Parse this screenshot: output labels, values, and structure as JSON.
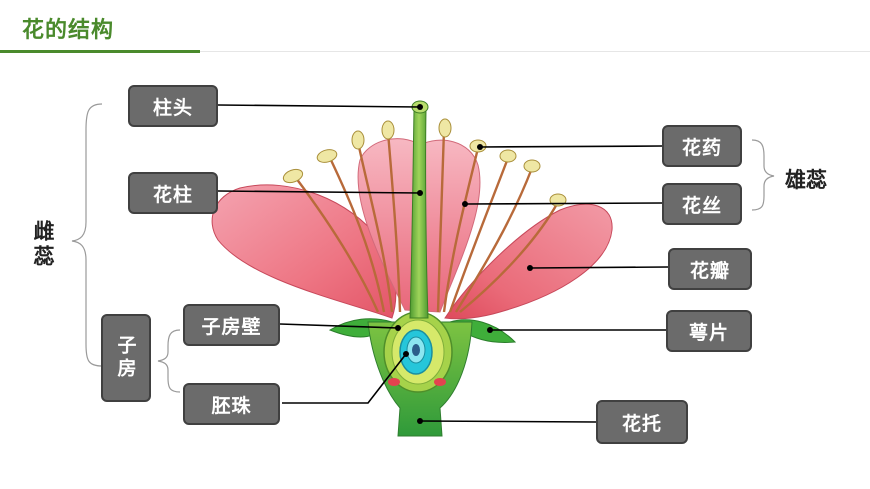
{
  "header": {
    "title": "花的结构"
  },
  "labels": {
    "stigma": "柱头",
    "style": "花柱",
    "ovary_wall": "子房壁",
    "ovule": "胚珠",
    "ovary": "子房",
    "anther": "花药",
    "filament": "花丝",
    "petal": "花瓣",
    "sepal": "萼片",
    "receptacle": "花托"
  },
  "groups": {
    "pistil": "雌蕊",
    "stamen": "雄蕊"
  },
  "colors": {
    "title_green": "#4a8a2c",
    "label_bg": "#6b6b6b",
    "petal_pink": "#ec7c86",
    "sepal_green": "#3fae3a",
    "ovule_cyan": "#26c6da"
  }
}
